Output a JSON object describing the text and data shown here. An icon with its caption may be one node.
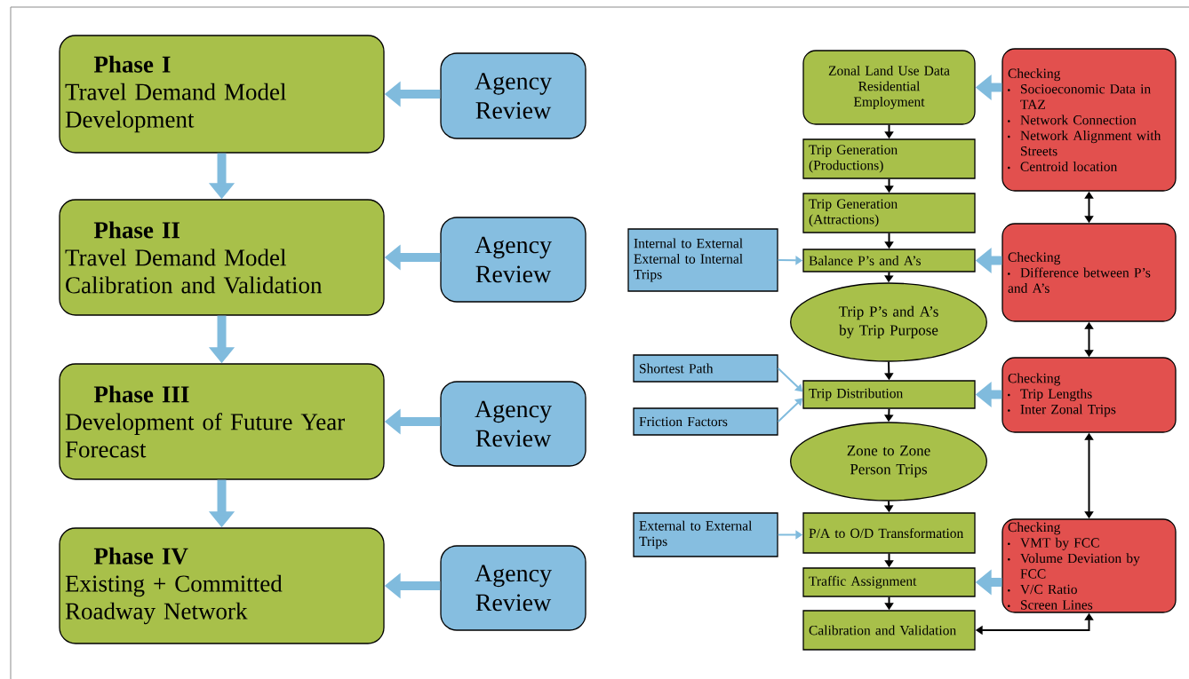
{
  "diagram": {
    "nodes": [
      {
        "text": [
          "Phase I",
          "Travel Demand Model Development"
        ]
      },
      {
        "text": [
          "Agency Review"
        ]
      },
      {
        "text": [
          "Phase II",
          "Travel Demand Model Calibration and Validation"
        ]
      },
      {
        "text": [
          "Agency Review"
        ]
      },
      {
        "text": [
          "Phase III",
          "Development of Future Year Forecast"
        ]
      },
      {
        "text": [
          "Agency Review"
        ]
      },
      {
        "text": [
          "Phase IV",
          "Existing + Committed Roadway Network"
        ]
      },
      {
        "text": [
          "Agency Review"
        ]
      },
      {
        "text": [
          "Zonal Land Use Data",
          "Residential",
          "Employment"
        ]
      },
      {
        "text": [
          "Checking",
          "Socioeconomic Data in TAZ",
          "Network Connection",
          "Network Alignment with Streets",
          "Centroid location"
        ]
      },
      {
        "text": [
          "Trip Generation (Productions)"
        ]
      },
      {
        "text": [
          "Trip Generation (Attractions)"
        ]
      },
      {
        "text": [
          "Internal to External",
          "External to Internal Trips"
        ]
      },
      {
        "text": [
          "Balance P’s and A’s"
        ]
      },
      {
        "text": [
          "Checking",
          "Difference between P’s and A’s"
        ]
      },
      {
        "text": [
          "Trip P’s and A’s by Trip Purpose"
        ]
      },
      {
        "text": [
          "Shortest Path"
        ]
      },
      {
        "text": [
          "Trip Distribution"
        ]
      },
      {
        "text": [
          "Checking",
          "Trip Lengths",
          "Inter Zonal Trips"
        ]
      },
      {
        "text": [
          "Friction Factors"
        ]
      },
      {
        "text": [
          "Zone to Zone Person Trips"
        ]
      },
      {
        "text": [
          "External to External Trips"
        ]
      },
      {
        "text": [
          "P/A to O/D Transformation"
        ]
      },
      {
        "text": [
          "Checking",
          "VMT by FCC",
          "Volume Deviation by FCC",
          "V/C Ratio",
          "Screen Lines"
        ]
      },
      {
        "text": [
          "Traffic Assignment"
        ]
      },
      {
        "text": [
          "Calibration and Validation"
        ]
      }
    ],
    "edges": [
      {
        "from": 1,
        "to": 0,
        "arrow": "to",
        "style": "thick",
        "color": "#80bbdd"
      },
      {
        "from": 0,
        "to": 2,
        "arrow": "to",
        "style": "thick",
        "color": "#80bbdd"
      },
      {
        "from": 3,
        "to": 2,
        "arrow": "to",
        "style": "thick",
        "color": "#80bbdd"
      },
      {
        "from": 2,
        "to": 4,
        "arrow": "to",
        "style": "thick",
        "color": "#80bbdd"
      },
      {
        "from": 5,
        "to": 4,
        "arrow": "to",
        "style": "thick",
        "color": "#80bbdd"
      },
      {
        "from": 4,
        "to": 6,
        "arrow": "to",
        "style": "thick",
        "color": "#80bbdd"
      },
      {
        "from": 7,
        "to": 6,
        "arrow": "to",
        "style": "thick",
        "color": "#80bbdd"
      },
      {
        "from": 9,
        "to": 8,
        "arrow": "to",
        "style": "thick",
        "color": "#80bbdd"
      },
      {
        "from": 8,
        "to": 10,
        "arrow": "to",
        "color": "#000000"
      },
      {
        "from": 10,
        "to": 11,
        "arrow": "to",
        "color": "#000000"
      },
      {
        "from": 11,
        "to": 13,
        "arrow": "to",
        "color": "#000000"
      },
      {
        "from": 12,
        "to": 13,
        "arrow": "to",
        "color": "#80bbdd"
      },
      {
        "from": 14,
        "to": 13,
        "arrow": "to",
        "style": "thick",
        "color": "#80bbdd"
      },
      {
        "from": 9,
        "to": 14,
        "arrow": "both",
        "color": "#000000"
      },
      {
        "from": 13,
        "to": 15,
        "arrow": "to",
        "color": "#000000"
      },
      {
        "from": 15,
        "to": 17,
        "arrow": "to",
        "color": "#000000"
      },
      {
        "from": 16,
        "to": 17,
        "arrow": "to",
        "color": "#80bbdd"
      },
      {
        "from": 19,
        "to": 17,
        "arrow": "to",
        "color": "#80bbdd"
      },
      {
        "from": 18,
        "to": 17,
        "arrow": "to",
        "style": "thick",
        "color": "#80bbdd"
      },
      {
        "from": 14,
        "to": 18,
        "arrow": "both",
        "color": "#000000"
      },
      {
        "from": 17,
        "to": 20,
        "arrow": "to",
        "color": "#000000"
      },
      {
        "from": 20,
        "to": 22,
        "arrow": "to",
        "color": "#000000"
      },
      {
        "from": 21,
        "to": 22,
        "arrow": "to",
        "color": "#80bbdd"
      },
      {
        "from": 22,
        "to": 24,
        "arrow": "to",
        "color": "#000000"
      },
      {
        "from": 23,
        "to": 24,
        "arrow": "to",
        "style": "thick",
        "color": "#80bbdd"
      },
      {
        "from": 24,
        "to": 25,
        "arrow": "to",
        "color": "#000000"
      },
      {
        "from": 18,
        "to": 23,
        "arrow": "both",
        "color": "#000000"
      },
      {
        "from": 23,
        "to": 25,
        "arrow": "both",
        "color": "#000000"
      }
    ]
  }
}
